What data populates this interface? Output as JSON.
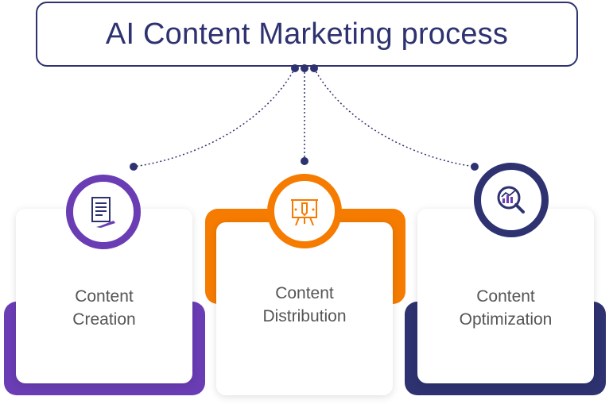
{
  "title": "AI  Content Marketing process",
  "colors": {
    "navy": "#2e3270",
    "purple": "#6a3db4",
    "orange": "#f57c00",
    "text_gray": "#555555"
  },
  "steps": [
    {
      "label": "Content\nCreation",
      "icon": "document-pen-icon",
      "color": "#6a3db4"
    },
    {
      "label": "Content\nDistribution",
      "icon": "presentation-board-icon",
      "color": "#f57c00"
    },
    {
      "label": "Content\nOptimization",
      "icon": "magnifier-chart-icon",
      "color": "#2e3270"
    }
  ]
}
